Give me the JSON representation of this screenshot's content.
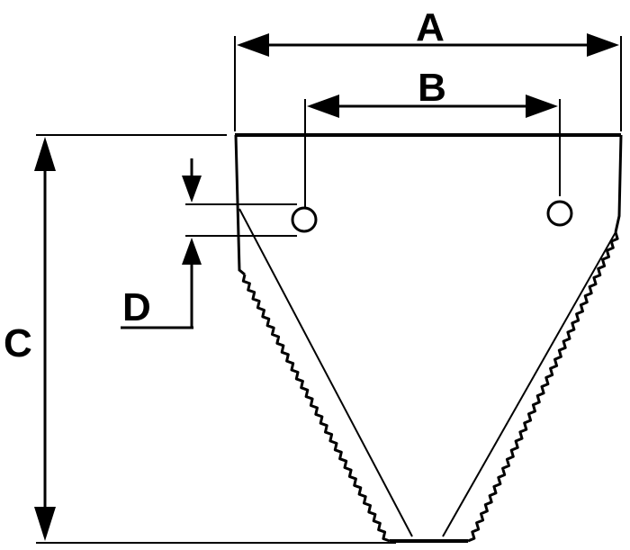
{
  "diagram": {
    "labels": {
      "a": "A",
      "b": "B",
      "c": "C",
      "d": "D"
    },
    "colors": {
      "stroke": "#000000",
      "background": "#ffffff"
    }
  }
}
